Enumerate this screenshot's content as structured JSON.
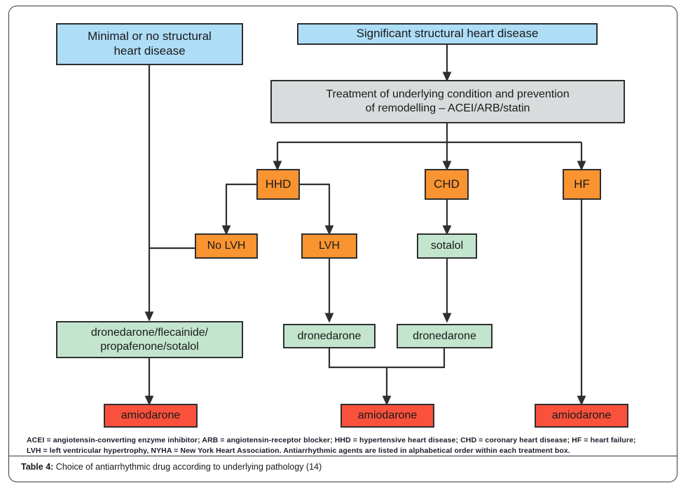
{
  "diagram": {
    "title": "Choice of antiarrhythmic drug according to underlying pathology",
    "nodes": {
      "minimal": "Minimal or no structural\nheart disease",
      "significant": "Significant structural heart disease",
      "treatment": "Treatment of underlying condition and prevention\nof remodelling – ACEI/ARB/statin",
      "hhd": "HHD",
      "chd": "CHD",
      "hf": "HF",
      "no_lvh": "No LVH",
      "lvh": "LVH",
      "sotalol": "sotalol",
      "drugs_left": "dronedarone/flecainide/\npropafenone/sotalol",
      "dronedarone_lvh": "dronedarone",
      "dronedarone_chd": "dronedarone",
      "amiodarone_left": "amiodarone",
      "amiodarone_mid": "amiodarone",
      "amiodarone_right": "amiodarone"
    },
    "colors": {
      "blue": "#aeddf7",
      "grey": "#d9dcdd",
      "orange": "#fa9431",
      "green": "#c3e5ce",
      "red": "#f9513c",
      "stroke": "#2f2f2f"
    }
  },
  "footnote": {
    "line1": "ACEI = angiotensin-converting enzyme inhibitor; ARB = angiotensin-receptor blocker; HHD = hypertensive heart disease; CHD = coronary heart disease; HF = heart failure;",
    "line2": "LVH = left ventricular hypertrophy, NYHA = New York Heart Association. Antiarrhythmic agents are listed in alphabetical order within each treatment box."
  },
  "caption": {
    "label": "Table 4:",
    "text": " Choice of antiarrhythmic drug according to underlying pathology (14)"
  }
}
